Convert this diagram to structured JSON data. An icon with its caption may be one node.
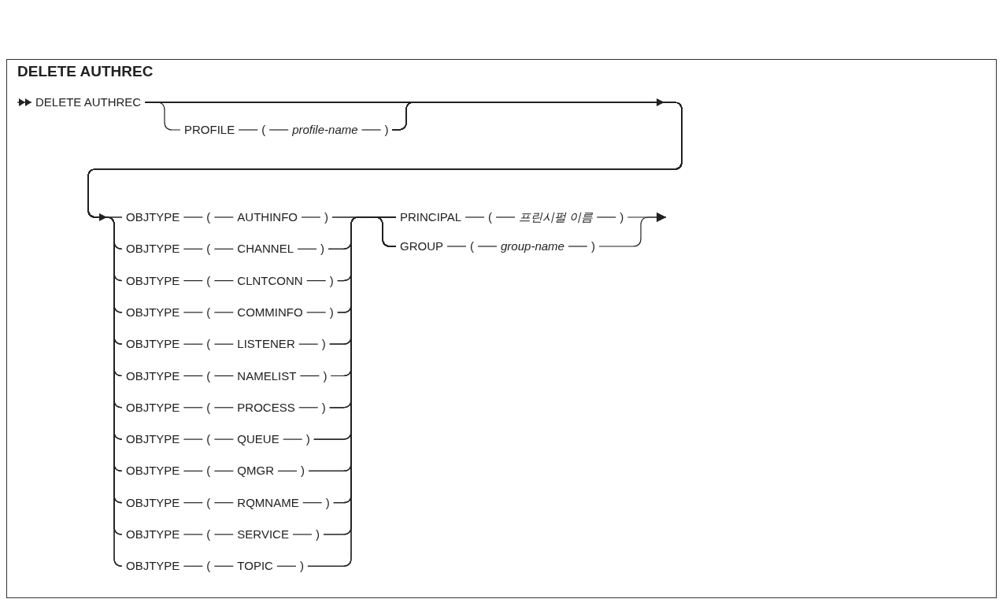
{
  "diagram": {
    "title": "DELETE AUTHREC",
    "nodes": [
      {
        "text": [
          "DELETE AUTHREC"
        ]
      },
      {
        "text": [
          "PROFILE",
          "(",
          "profile-name",
          ")"
        ]
      },
      {
        "text": [
          "OBJTYPE",
          "(",
          "AUTHINFO",
          ")"
        ]
      },
      {
        "text": [
          "OBJTYPE",
          "(",
          "CHANNEL",
          ")"
        ]
      },
      {
        "text": [
          "OBJTYPE",
          "(",
          "CLNTCONN",
          ")"
        ]
      },
      {
        "text": [
          "OBJTYPE",
          "(",
          "COMMINFO",
          ")"
        ]
      },
      {
        "text": [
          "OBJTYPE",
          "(",
          "LISTENER",
          ")"
        ]
      },
      {
        "text": [
          "OBJTYPE",
          "(",
          "NAMELIST",
          ")"
        ]
      },
      {
        "text": [
          "OBJTYPE",
          "(",
          "PROCESS",
          ")"
        ]
      },
      {
        "text": [
          "OBJTYPE",
          "(",
          "QUEUE",
          ")"
        ]
      },
      {
        "text": [
          "OBJTYPE",
          "(",
          "QMGR",
          ")"
        ]
      },
      {
        "text": [
          "OBJTYPE",
          "(",
          "RQMNAME",
          ")"
        ]
      },
      {
        "text": [
          "OBJTYPE",
          "(",
          "SERVICE",
          ")"
        ]
      },
      {
        "text": [
          "OBJTYPE",
          "(",
          "TOPIC",
          ")"
        ]
      },
      {
        "text": [
          "PRINCIPAL",
          "(",
          "프린시펄 이름",
          ")"
        ]
      },
      {
        "text": [
          "GROUP",
          "(",
          "group-name",
          ")"
        ]
      }
    ],
    "edges": [
      {
        "from": null,
        "to": 0,
        "arrow": "to"
      },
      {
        "from": 0,
        "to": 1,
        "arrow": "none"
      },
      {
        "from": 0,
        "to": 2,
        "arrow": "to"
      },
      {
        "from": 0,
        "to": 3,
        "arrow": "to"
      },
      {
        "from": 0,
        "to": 4,
        "arrow": "to"
      },
      {
        "from": 0,
        "to": 5,
        "arrow": "to"
      },
      {
        "from": 0,
        "to": 6,
        "arrow": "to"
      },
      {
        "from": 0,
        "to": 7,
        "arrow": "to"
      },
      {
        "from": 0,
        "to": 8,
        "arrow": "to"
      },
      {
        "from": 0,
        "to": 9,
        "arrow": "to"
      },
      {
        "from": 0,
        "to": 10,
        "arrow": "to"
      },
      {
        "from": 0,
        "to": 11,
        "arrow": "to"
      },
      {
        "from": 0,
        "to": 12,
        "arrow": "to"
      },
      {
        "from": 0,
        "to": 13,
        "arrow": "to"
      },
      {
        "from": 1,
        "to": 2,
        "arrow": "to"
      },
      {
        "from": 1,
        "to": 3,
        "arrow": "to"
      },
      {
        "from": 1,
        "to": 4,
        "arrow": "to"
      },
      {
        "from": 1,
        "to": 5,
        "arrow": "to"
      },
      {
        "from": 1,
        "to": 6,
        "arrow": "to"
      },
      {
        "from": 1,
        "to": 7,
        "arrow": "to"
      },
      {
        "from": 1,
        "to": 8,
        "arrow": "to"
      },
      {
        "from": 1,
        "to": 9,
        "arrow": "to"
      },
      {
        "from": 1,
        "to": 10,
        "arrow": "to"
      },
      {
        "from": 1,
        "to": 11,
        "arrow": "to"
      },
      {
        "from": 1,
        "to": 12,
        "arrow": "to"
      },
      {
        "from": 1,
        "to": 13,
        "arrow": "to"
      },
      {
        "from": 2,
        "to": 14,
        "arrow": "none"
      },
      {
        "from": 2,
        "to": 15,
        "arrow": "none"
      },
      {
        "from": 3,
        "to": 14,
        "arrow": "none"
      },
      {
        "from": 3,
        "to": 15,
        "arrow": "none"
      },
      {
        "from": 4,
        "to": 14,
        "arrow": "none"
      },
      {
        "from": 4,
        "to": 15,
        "arrow": "none"
      },
      {
        "from": 5,
        "to": 14,
        "arrow": "none"
      },
      {
        "from": 5,
        "to": 15,
        "arrow": "none"
      },
      {
        "from": 6,
        "to": 14,
        "arrow": "none"
      },
      {
        "from": 6,
        "to": 15,
        "arrow": "none"
      },
      {
        "from": 7,
        "to": 14,
        "arrow": "none"
      },
      {
        "from": 7,
        "to": 15,
        "arrow": "none"
      },
      {
        "from": 8,
        "to": 14,
        "arrow": "none"
      },
      {
        "from": 8,
        "to": 15,
        "arrow": "none"
      },
      {
        "from": 9,
        "to": 14,
        "arrow": "none"
      },
      {
        "from": 9,
        "to": 15,
        "arrow": "none"
      },
      {
        "from": 10,
        "to": 14,
        "arrow": "none"
      },
      {
        "from": 10,
        "to": 15,
        "arrow": "none"
      },
      {
        "from": 11,
        "to": 14,
        "arrow": "none"
      },
      {
        "from": 11,
        "to": 15,
        "arrow": "none"
      },
      {
        "from": 12,
        "to": 14,
        "arrow": "none"
      },
      {
        "from": 12,
        "to": 15,
        "arrow": "none"
      },
      {
        "from": 13,
        "to": 14,
        "arrow": "none"
      },
      {
        "from": 13,
        "to": 15,
        "arrow": "none"
      },
      {
        "from": 14,
        "to": null,
        "arrow": "to"
      },
      {
        "from": 15,
        "to": null,
        "arrow": "to"
      }
    ]
  }
}
